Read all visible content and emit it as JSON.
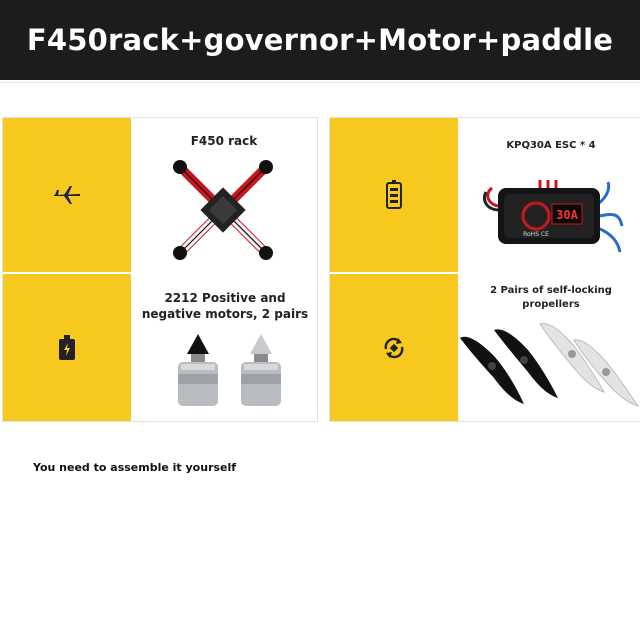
{
  "header": {
    "title": "F450rack+governor+Motor+paddle"
  },
  "products": [
    {
      "label": "F450 rack",
      "icon": "airplane-icon"
    },
    {
      "label": "KPQ30A ESC * 4",
      "icon": "battery-icon"
    },
    {
      "label": "2212 Positive and negative motors, 2 pairs",
      "icon": "power-cell-icon"
    },
    {
      "label": "2 Pairs of self-locking propellers",
      "icon": "rotate-icon"
    }
  ],
  "esc": {
    "display": "30A",
    "brand": "RoHS  CE"
  },
  "footer": {
    "note": "You need to assemble it yourself"
  },
  "colors": {
    "header_bg": "#1c1c1c",
    "accent_yellow": "#f7c81e",
    "frame_red": "#c8171e"
  }
}
